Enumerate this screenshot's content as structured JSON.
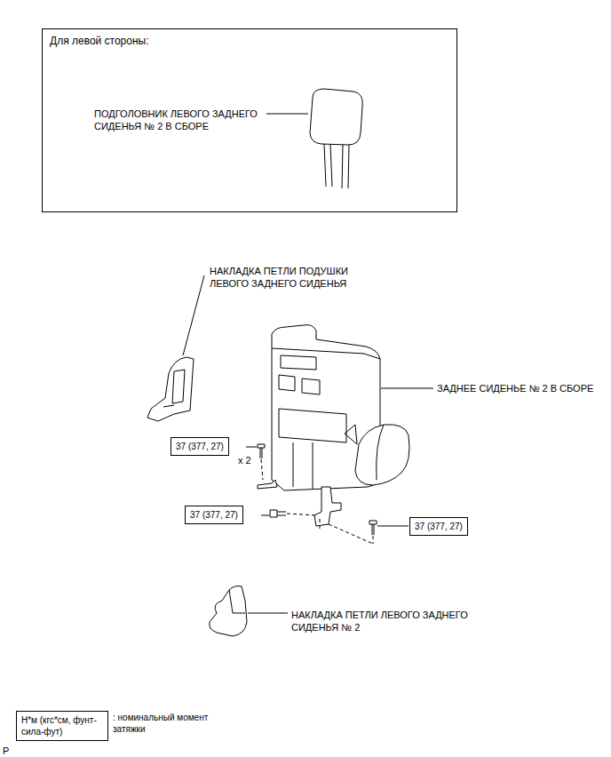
{
  "diagram": {
    "nodes": [
      {
        "text": [
          "Для левой стороны:",
          "ПОДГОЛОВНИК ЛЕВОГО ЗАДНЕГО СИДЕНЬЯ № 2 В СБОРЕ"
        ]
      },
      {
        "text": [
          "37 (377, 27)"
        ]
      },
      {
        "text": [
          "37 (377, 27)"
        ]
      },
      {
        "text": [
          "37 (377, 27)"
        ]
      },
      {
        "text": [
          "Н*м (кгс*см, фунт-сила-фут)",
          ": номинальный момент затяжки"
        ]
      }
    ],
    "labels": [
      "НАКЛАДКА ПЕТЛИ ПОДУШКИ ЛЕВОГО ЗАДНЕГО СИДЕНЬЯ",
      "ЗАДНЕЕ СИДЕНЬЕ № 2 В СБОРЕ",
      "x 2",
      "НАКЛАДКА ПЕТЛИ ЛЕВОГО ЗАДНЕГО СИДЕНЬЯ № 2",
      "P"
    ]
  }
}
